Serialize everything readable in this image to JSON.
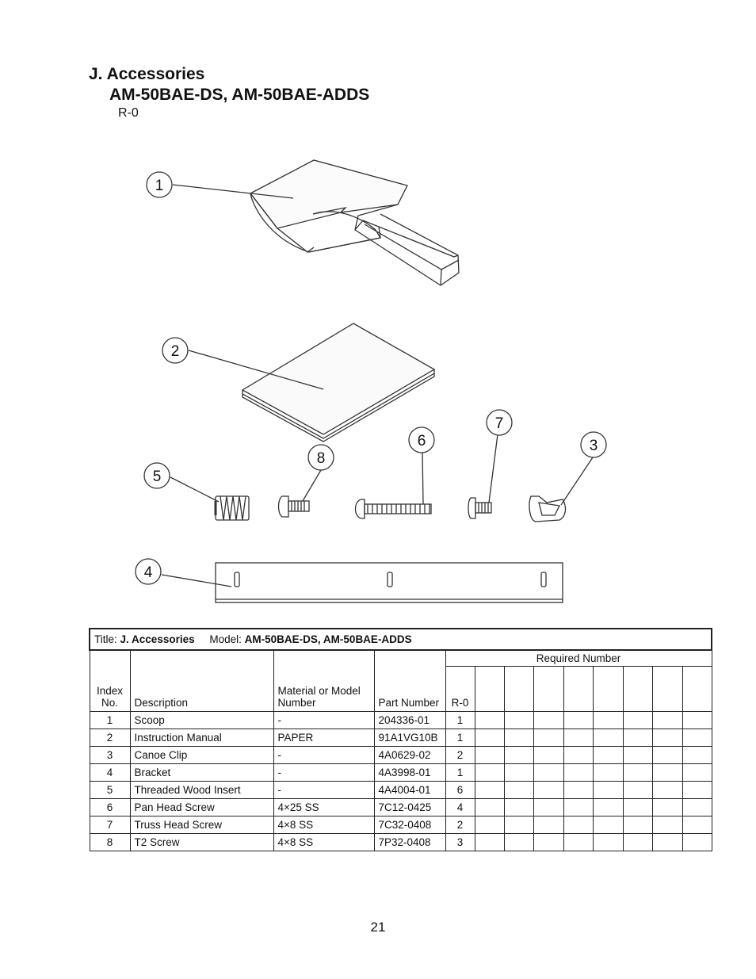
{
  "header": {
    "section_title": "J. Accessories",
    "models": "AM-50BAE-DS, AM-50BAE-ADDS",
    "revision": "R-0"
  },
  "diagram": {
    "callouts": [
      "1",
      "2",
      "3",
      "4",
      "5",
      "6",
      "7",
      "8"
    ]
  },
  "table": {
    "title_label": "Title:",
    "title_value": "J. Accessories",
    "model_label": "Model:",
    "model_value": "AM-50BAE-DS, AM-50BAE-ADDS",
    "headers": {
      "index": "Index No.",
      "description": "Description",
      "material": "Material or Model Number",
      "part_number": "Part Number",
      "required": "Required Number",
      "r0": "R-0"
    },
    "rows": [
      {
        "index": "1",
        "description": "Scoop",
        "material": "-",
        "part": "204336-01",
        "qty": "1"
      },
      {
        "index": "2",
        "description": "Instruction Manual",
        "material": "PAPER",
        "part": "91A1VG10B",
        "qty": "1"
      },
      {
        "index": "3",
        "description": "Canoe Clip",
        "material": "-",
        "part": "4A0629-02",
        "qty": "2"
      },
      {
        "index": "4",
        "description": "Bracket",
        "material": "-",
        "part": "4A3998-01",
        "qty": "1"
      },
      {
        "index": "5",
        "description": "Threaded Wood Insert",
        "material": "-",
        "part": "4A4004-01",
        "qty": "6"
      },
      {
        "index": "6",
        "description": "Pan Head Screw",
        "material": "4×25 SS",
        "part": "7C12-0425",
        "qty": "4"
      },
      {
        "index": "7",
        "description": "Truss Head Screw",
        "material": "4×8 SS",
        "part": "7C32-0408",
        "qty": "2"
      },
      {
        "index": "8",
        "description": "T2 Screw",
        "material": "4×8 SS",
        "part": "7P32-0408",
        "qty": "3"
      }
    ]
  },
  "footer": {
    "page_number": "21"
  }
}
